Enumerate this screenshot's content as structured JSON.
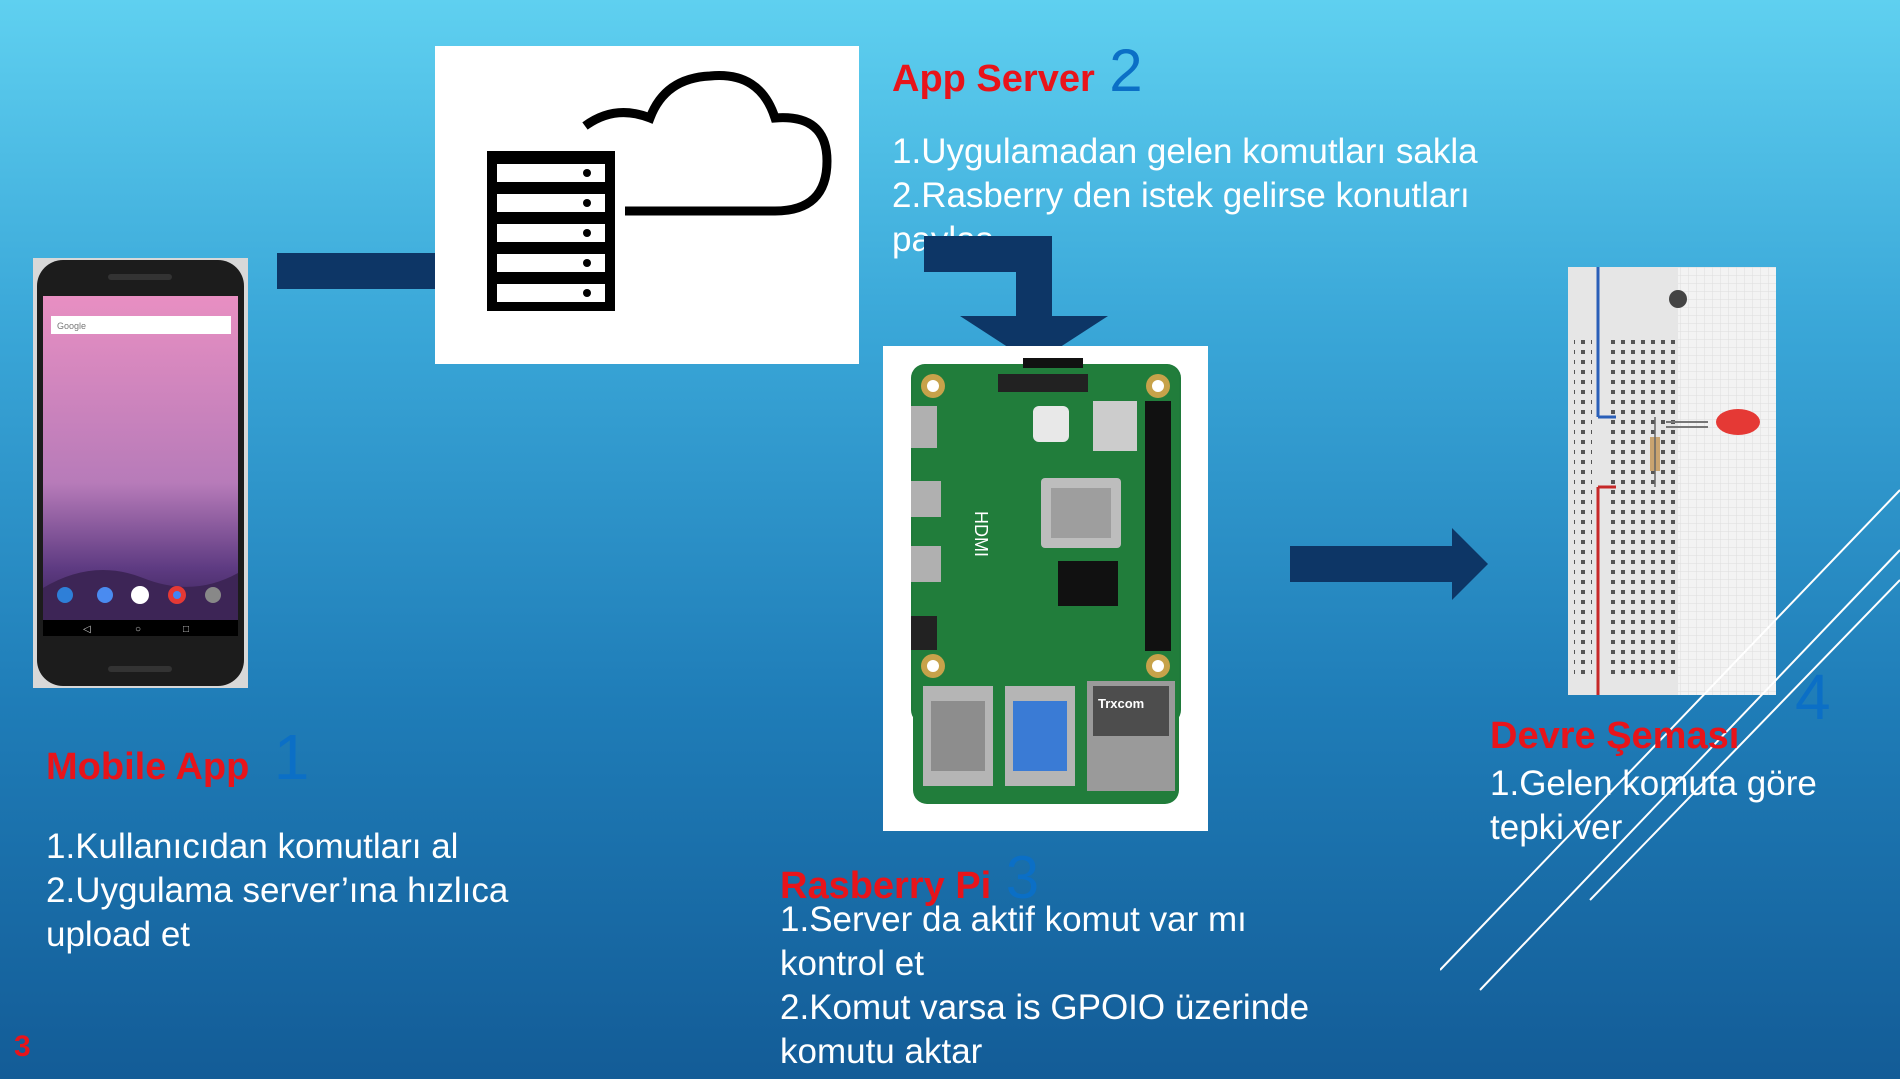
{
  "mobile": {
    "title": "Mobile App",
    "number": "1",
    "lines": [
      "1.Kullanıcıdan komutları al",
      "2.Uygulama server’ına hızlıca",
      "upload et"
    ],
    "search_label": "Google"
  },
  "server": {
    "title": "App Server",
    "number": "2",
    "lines": [
      "1.Uygulamadan gelen komutları sakla",
      "2.Rasberry den istek gelirse konutları",
      "paylaş"
    ]
  },
  "pi": {
    "title": "Rasberry Pi",
    "number": "3",
    "lines": [
      "1.Server da aktif komut var mı",
      "kontrol et",
      "2.Komut varsa is GPOIO üzerinde",
      "komutu aktar"
    ],
    "chip_label": "Trxcom",
    "hdmi_label": "HDMI"
  },
  "circuit": {
    "title": "Devre Şeması",
    "number": "4",
    "lines": [
      "1.Gelen komuta göre",
      "tepki ver"
    ]
  },
  "slide_number": "3",
  "colors": {
    "title": "#e8141a",
    "number": "#0b6fc6",
    "arrow": "#0d3666"
  },
  "icons": [
    "server-cloud-icon",
    "phone-image",
    "raspberry-pi-image",
    "breadboard-image"
  ]
}
